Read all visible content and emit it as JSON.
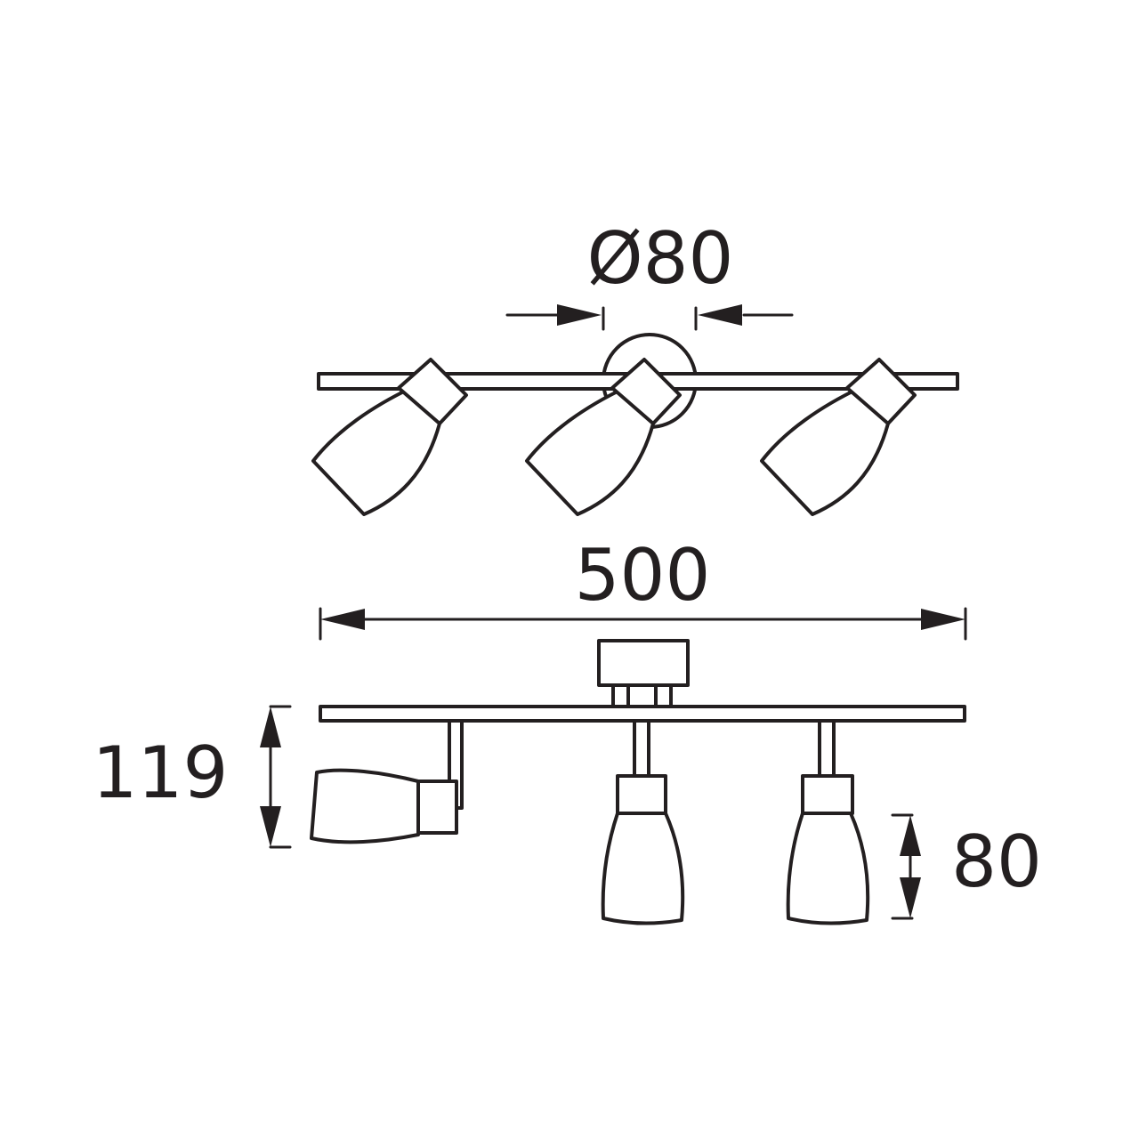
{
  "diagram": {
    "dimensions": {
      "canopy_diameter": "Ø80",
      "total_length": "500",
      "height": "119",
      "shade_length": "80"
    },
    "colors": {
      "line": "#231f20",
      "background": "#ffffff"
    }
  }
}
